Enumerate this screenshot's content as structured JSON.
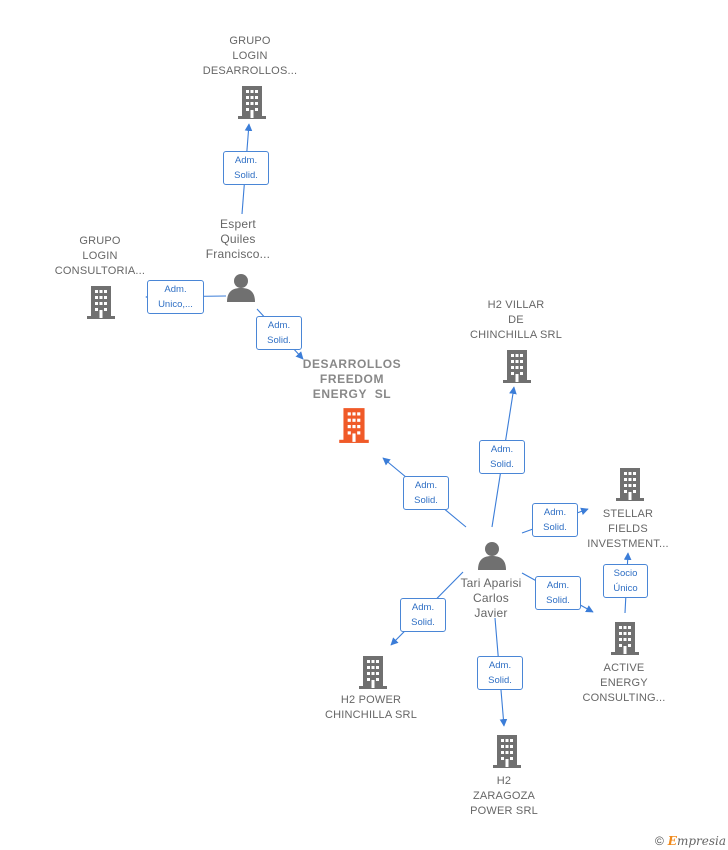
{
  "nodes": {
    "grupo_login_desarrollos": {
      "label_lines": [
        "GRUPO",
        "LOGIN",
        "DESARROLLOS..."
      ],
      "kind": "company"
    },
    "espert_quiles": {
      "label_lines": [
        "Espert",
        "Quiles",
        "Francisco..."
      ],
      "kind": "person"
    },
    "grupo_login_consultoria": {
      "label_lines": [
        "GRUPO",
        "LOGIN",
        "CONSULTORIA..."
      ],
      "kind": "company"
    },
    "desarrollos_freedom": {
      "label_lines": [
        "DESARROLLOS",
        "FREEDOM",
        "ENERGY  SL"
      ],
      "kind": "focus-company"
    },
    "h2_villar": {
      "label_lines": [
        "H2 VILLAR",
        "DE",
        "CHINCHILLA SRL"
      ],
      "kind": "company"
    },
    "stellar_fields": {
      "label_lines": [
        "STELLAR",
        "FIELDS",
        "INVESTMENT..."
      ],
      "kind": "company"
    },
    "tari_aparisi": {
      "label_lines": [
        "Tari Aparisi",
        "Carlos",
        "Javier"
      ],
      "kind": "person"
    },
    "active_energy": {
      "label_lines": [
        "ACTIVE",
        "ENERGY",
        "CONSULTING..."
      ],
      "kind": "company"
    },
    "h2_power": {
      "label_lines": [
        "H2 POWER",
        "CHINCHILLA SRL"
      ],
      "kind": "company"
    },
    "h2_zaragoza": {
      "label_lines": [
        "H2",
        "ZARAGOZA",
        "POWER SRL"
      ],
      "kind": "company"
    }
  },
  "edge_labels": {
    "e1": [
      "Adm.",
      "Solid."
    ],
    "e2": [
      "Adm.",
      "Unico,..."
    ],
    "e3": [
      "Adm.",
      "Solid."
    ],
    "e4": [
      "Adm.",
      "Solid."
    ],
    "e5": [
      "Adm.",
      "Solid."
    ],
    "e6": [
      "Adm.",
      "Solid."
    ],
    "e7": [
      "Socio",
      "Único"
    ],
    "e8": [
      "Adm.",
      "Solid."
    ],
    "e9": [
      "Adm.",
      "Solid."
    ],
    "e10": [
      "Adm.",
      "Solid."
    ]
  },
  "colors": {
    "edge": "#3b7dd8",
    "company_icon": "#707070",
    "focus_icon": "#f05a28",
    "person_icon": "#707070"
  },
  "footer": {
    "copyright_symbol": "©",
    "brand_initial": "E",
    "brand_rest": "mpresia"
  }
}
